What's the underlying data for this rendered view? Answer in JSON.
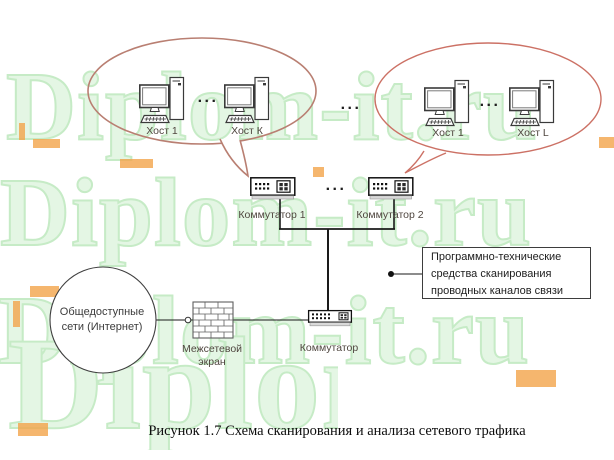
{
  "watermark": {
    "text": "Diplom-it.ru",
    "fill_color": "#e4f6e4",
    "stroke_color": "#c6ebc6",
    "accent_color": "#f2a44a"
  },
  "bubble_left": {
    "host1_label": "Хост 1",
    "host2_label": "Хост К",
    "dots": "..."
  },
  "bubble_right": {
    "host1_label": "Хост 1",
    "host2_label": "Хост L",
    "dots": "..."
  },
  "between_bubbles_dots": "...",
  "switch_row": {
    "switch1_label": "Коммутатор 1",
    "switch2_label": "Коммутатор 2",
    "dots": "..."
  },
  "core_switch": {
    "label": "Коммутатор"
  },
  "internet_cloud": {
    "line1": "Общедоступные",
    "line2": "сети (Интернет)"
  },
  "firewall": {
    "line1": "Межсетевой",
    "line2": "экран"
  },
  "callout": {
    "line1": "Программно-технические",
    "line2": "средства сканирования",
    "line3": "проводных каналов связи"
  },
  "caption": "Рисунок 1.7 Схема сканирования и анализа сетевого трафика",
  "colors": {
    "bubble_left_stroke": "#b97f72",
    "bubble_right_stroke": "#cc7165",
    "line_color": "#1a1a1a"
  }
}
